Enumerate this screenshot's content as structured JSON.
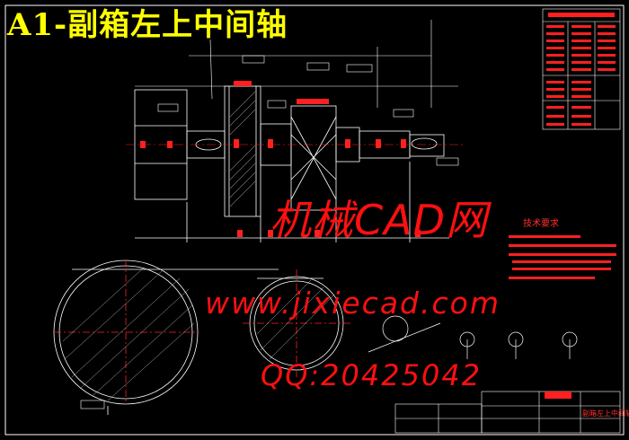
{
  "drawing": {
    "title": "A1-副箱左上中间轴",
    "watermark_cn": "机械CAD网",
    "watermark_url": "www.jixiecad.com",
    "watermark_qq": "QQ:20425042",
    "notes_heading": "技术要求",
    "part_name": "副箱左上中间轴"
  },
  "colors": {
    "background": "#000000",
    "lines": "#ffffff",
    "title": "#ffff00",
    "annotations": "#ff2020"
  }
}
